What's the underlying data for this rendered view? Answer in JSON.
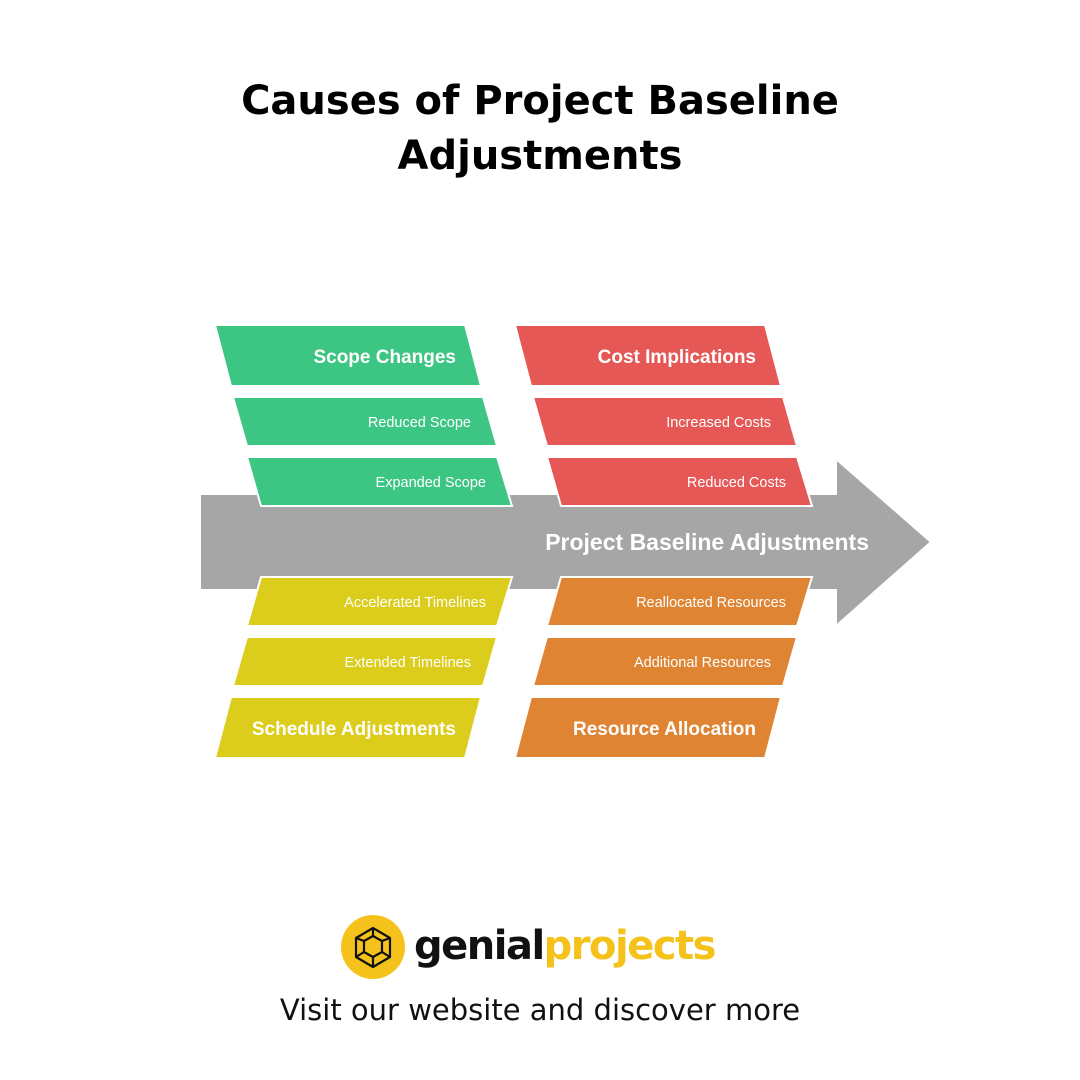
{
  "title": {
    "line1": "Causes of Project Baseline",
    "line2": "Adjustments"
  },
  "diagram": {
    "spine_label": "Project Baseline Adjustments",
    "spine_color": "#a6a6a6",
    "categories": [
      {
        "id": "scope",
        "label": "Scope Changes",
        "color": "#3cc583",
        "items": [
          "Reduced Scope",
          "Expanded Scope"
        ]
      },
      {
        "id": "cost",
        "label": "Cost Implications",
        "color": "#e55856",
        "items": [
          "Increased Costs",
          "Reduced Costs"
        ]
      },
      {
        "id": "schedule",
        "label": "Schedule Adjustments",
        "color": "#dccc1b",
        "items": [
          "Accelerated Timelines",
          "Extended Timelines"
        ]
      },
      {
        "id": "resource",
        "label": "Resource Allocation",
        "color": "#df8432",
        "items": [
          "Reallocated Resources",
          "Additional Resources"
        ]
      }
    ]
  },
  "brand": {
    "icon": "cube-logo-icon",
    "accent": "#f5c21b",
    "name_part1": "genial",
    "name_part2": "projects"
  },
  "tagline": "Visit our website and discover more"
}
